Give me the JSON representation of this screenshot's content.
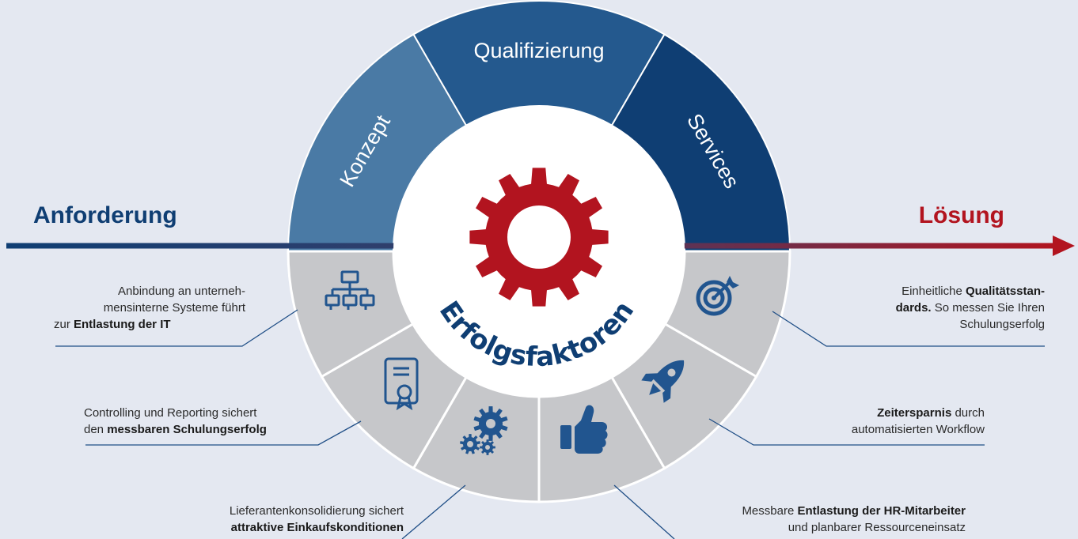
{
  "left_heading": "Anforderung",
  "right_heading": "Lösung",
  "center_label": "Erfolgsfaktoren",
  "top_segments": [
    "Konzept",
    "Qualifizierung",
    "Services"
  ],
  "colors": {
    "background": "#e4e8f1",
    "blue_dark": "#0f3e73",
    "blue_mid": "#24598e",
    "blue_light": "#4a7aa5",
    "red": "#b2141f",
    "gray_segment": "#c6c7ca",
    "icon_color": "#21558f"
  },
  "icons": [
    "network-icon",
    "certificate-icon",
    "gears-icon",
    "thumbs-up-icon",
    "rocket-icon",
    "target-icon"
  ],
  "annotations": {
    "it": {
      "line1": "Anbindung an unterneh-",
      "line2": "mensinterne Systeme führt",
      "line3_pre": "zur ",
      "line3_bold": "Entlastung der IT"
    },
    "controlling": {
      "line1": "Controlling und Reporting sichert",
      "line2_pre": "den ",
      "line2_bold": "messbaren Schulungserfolg"
    },
    "lieferanten": {
      "line1": "Lieferantenkonsolidierung sichert",
      "line2_bold": "attraktive Einkaufskonditionen"
    },
    "hr": {
      "line1_pre": "Messbare ",
      "line1_bold": "Entlastung der HR-Mitarbeiter",
      "line2": "und planbarer Ressourceneinsatz"
    },
    "zeit": {
      "line1_bold": "Zeitersparnis",
      "line1_post": " durch",
      "line2": "automatisierten Workflow"
    },
    "qualitaet": {
      "line1_pre": "Einheitliche ",
      "line1_bold": "Qualitätsstan-",
      "line2_bold": "dards.",
      "line2_post": " So messen Sie Ihren",
      "line3": "Schulungserfolg"
    }
  }
}
